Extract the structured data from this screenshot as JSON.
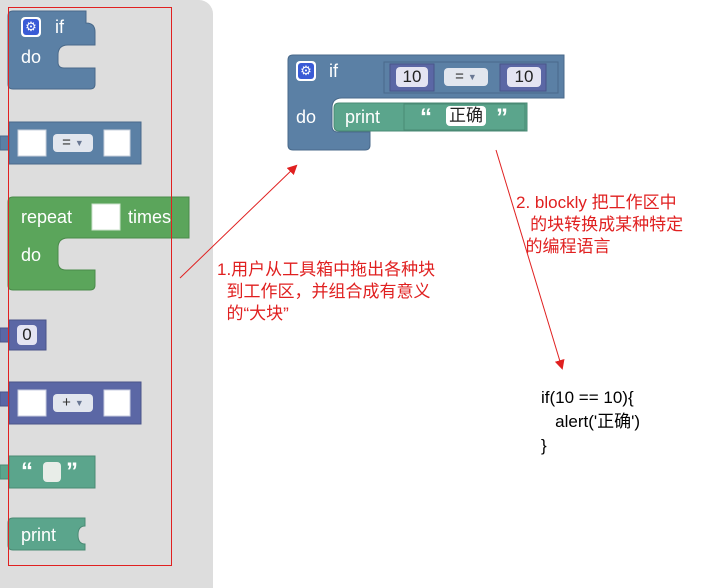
{
  "toolbox": {
    "if_block": {
      "if_label": "if",
      "do_label": "do"
    },
    "compare_block": {
      "op": "="
    },
    "repeat_block": {
      "repeat_label": "repeat",
      "times_label": "times",
      "do_label": "do"
    },
    "number_block": {
      "value": "0"
    },
    "arith_block": {
      "op": "+"
    },
    "text_block": {
      "open_quote": "“",
      "close_quote": "”"
    },
    "print_block": {
      "label": "print"
    }
  },
  "workspace": {
    "if_label": "if",
    "do_label": "do",
    "left_value": "10",
    "operator": "=",
    "right_value": "10",
    "print_label": "print",
    "open_quote": "“",
    "close_quote": "”",
    "string_value": "正确"
  },
  "annotations": {
    "step1": "1.用户从工具箱中拖出各种块\n  到工作区，并组合成有意义\n  的“大块”",
    "step2": "2. blockly 把工作区中\n   的块转换成某种特定\n  的编程语言"
  },
  "code_output": "if(10 == 10){\n   alert('正确')\n}",
  "colors": {
    "logic_block": "#5b80a5",
    "loop_block": "#5ba55b",
    "math_block": "#5b67a5",
    "text_block": "#5ba58c",
    "annotation": "#e02020"
  }
}
